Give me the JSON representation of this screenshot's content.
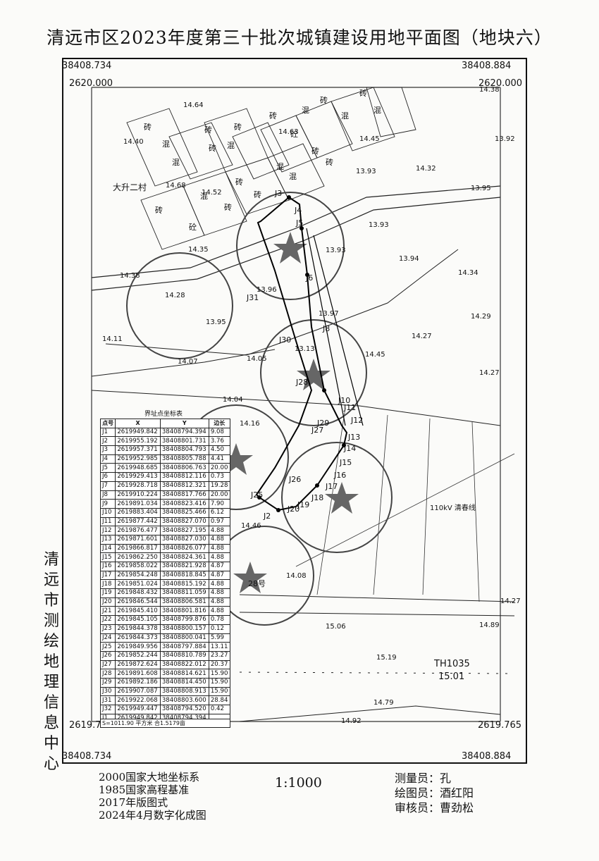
{
  "title": "清远市区2023年度第三十批次城镇建设用地平面图（地块六）",
  "corners": {
    "top_left_x": "38408.734",
    "top_right_x": "38408.884",
    "top_left_y": "2620.000",
    "top_right_y": "2620.000",
    "bottom_left_y": "2619.765",
    "bottom_right_y": "2619.765",
    "bottom_left_x": "38408.734",
    "bottom_right_x": "38408.884"
  },
  "vertical_org": [
    "清",
    "远",
    "市",
    "测",
    "绘",
    "地",
    "理",
    "信",
    "息",
    "中",
    "心"
  ],
  "footer_left": [
    "2000国家大地坐标系",
    "1985国家高程基准",
    "2017年版图式",
    "2024年4月数字化成图"
  ],
  "scale": "1:1000",
  "staff": [
    {
      "role": "测量员：",
      "name": "孔"
    },
    {
      "role": "绘图员：",
      "name": "酒红阳"
    },
    {
      "role": "审核员：",
      "name": "曹劲松"
    }
  ],
  "table_caption": "界址点坐标表",
  "table_headers": [
    "点号",
    "X",
    "Y",
    "边长"
  ],
  "table_rows": [
    [
      "J1",
      "2619949.842",
      "38408794.394",
      "9.08"
    ],
    [
      "J2",
      "2619955.192",
      "38408801.731",
      "3.76"
    ],
    [
      "J3",
      "2619957.371",
      "38408804.793",
      "4.50"
    ],
    [
      "J4",
      "2619952.985",
      "38408805.788",
      "4.41"
    ],
    [
      "J5",
      "2619948.685",
      "38408806.763",
      "20.00"
    ],
    [
      "J6",
      "2619929.413",
      "38408812.116",
      "0.73"
    ],
    [
      "J7",
      "2619928.718",
      "38408812.321",
      "19.28"
    ],
    [
      "J8",
      "2619910.224",
      "38408817.766",
      "20.00"
    ],
    [
      "J9",
      "2619891.034",
      "38408823.416",
      "7.90"
    ],
    [
      "J10",
      "2619883.404",
      "38408825.466",
      "6.12"
    ],
    [
      "J11",
      "2619877.442",
      "38408827.070",
      "0.97"
    ],
    [
      "J12",
      "2619876.477",
      "38408827.195",
      "4.88"
    ],
    [
      "J13",
      "2619871.601",
      "38408827.030",
      "4.88"
    ],
    [
      "J14",
      "2619866.817",
      "38408826.077",
      "4.88"
    ],
    [
      "J15",
      "2619862.250",
      "38408824.361",
      "4.88"
    ],
    [
      "J16",
      "2619858.022",
      "38408821.928",
      "4.87"
    ],
    [
      "J17",
      "2619854.248",
      "38408818.845",
      "4.87"
    ],
    [
      "J18",
      "2619851.024",
      "38408815.192",
      "4.88"
    ],
    [
      "J19",
      "2619848.432",
      "38408811.059",
      "4.88"
    ],
    [
      "J20",
      "2619846.544",
      "38408806.581",
      "4.88"
    ],
    [
      "J21",
      "2619845.410",
      "38408801.816",
      "4.88"
    ],
    [
      "J22",
      "2619845.105",
      "38408799.876",
      "0.78"
    ],
    [
      "J23",
      "2619844.378",
      "38408800.157",
      "0.12"
    ],
    [
      "J24",
      "2619844.373",
      "38408800.041",
      "5.99"
    ],
    [
      "J25",
      "2619849.956",
      "38408797.884",
      "13.11"
    ],
    [
      "J26",
      "2619852.244",
      "38408810.789",
      "23.27"
    ],
    [
      "J27",
      "2619872.624",
      "38408822.012",
      "20.37"
    ],
    [
      "J28",
      "2619891.608",
      "38408814.621",
      "15.90"
    ],
    [
      "J29",
      "2619892.186",
      "38408814.450",
      "15.90"
    ],
    [
      "J30",
      "2619907.087",
      "38408808.913",
      "15.90"
    ],
    [
      "J31",
      "2619922.068",
      "38408803.600",
      "28.84"
    ],
    [
      "J32",
      "2619949.447",
      "38408794.520",
      "0.42"
    ],
    [
      "J1",
      "2619949.842",
      "38408794.394",
      ""
    ]
  ],
  "area_note": "S=1011.90 平方米 合1.5179亩",
  "map_labels": {
    "village": "大升二村",
    "line": "110kV 清春线",
    "benchmark": "TH1035",
    "benchmark_elev": "15.01",
    "parcel_28": "28号",
    "elevations": [
      "14.64",
      "14.63",
      "14.45",
      "14.38",
      "13.92",
      "14.40",
      "14.32",
      "13.95",
      "13.93",
      "14.68",
      "14.52",
      "13.93",
      "13.93",
      "13.94",
      "14.35",
      "14.38",
      "14.34",
      "14.28",
      "13.96",
      "13.97",
      "13.95",
      "14.29",
      "14.11",
      "13.13",
      "14.27",
      "14.07",
      "14.05",
      "14.45",
      "14.27",
      "14.04",
      "14.16",
      "14.46",
      "14.08",
      "14.27",
      "15.06",
      "14.89",
      "15.19",
      "14.79",
      "14.92"
    ],
    "buildings": [
      "砖",
      "混",
      "砖",
      "砖",
      "混",
      "砖",
      "混",
      "砖",
      "砼",
      "混",
      "砖",
      "混",
      "砖",
      "混",
      "砖",
      "砼",
      "混",
      "砖",
      "砖",
      "砖",
      "混",
      "混",
      "砖",
      "砖"
    ],
    "point_labels": [
      "J3",
      "J4",
      "J5",
      "J6",
      "J30",
      "J31",
      "J8",
      "J28",
      "J10",
      "J11",
      "J12",
      "J13",
      "J14",
      "J15",
      "J16",
      "J17",
      "J18",
      "J19",
      "J20",
      "J2",
      "J25",
      "J26",
      "J27",
      "J29"
    ]
  }
}
